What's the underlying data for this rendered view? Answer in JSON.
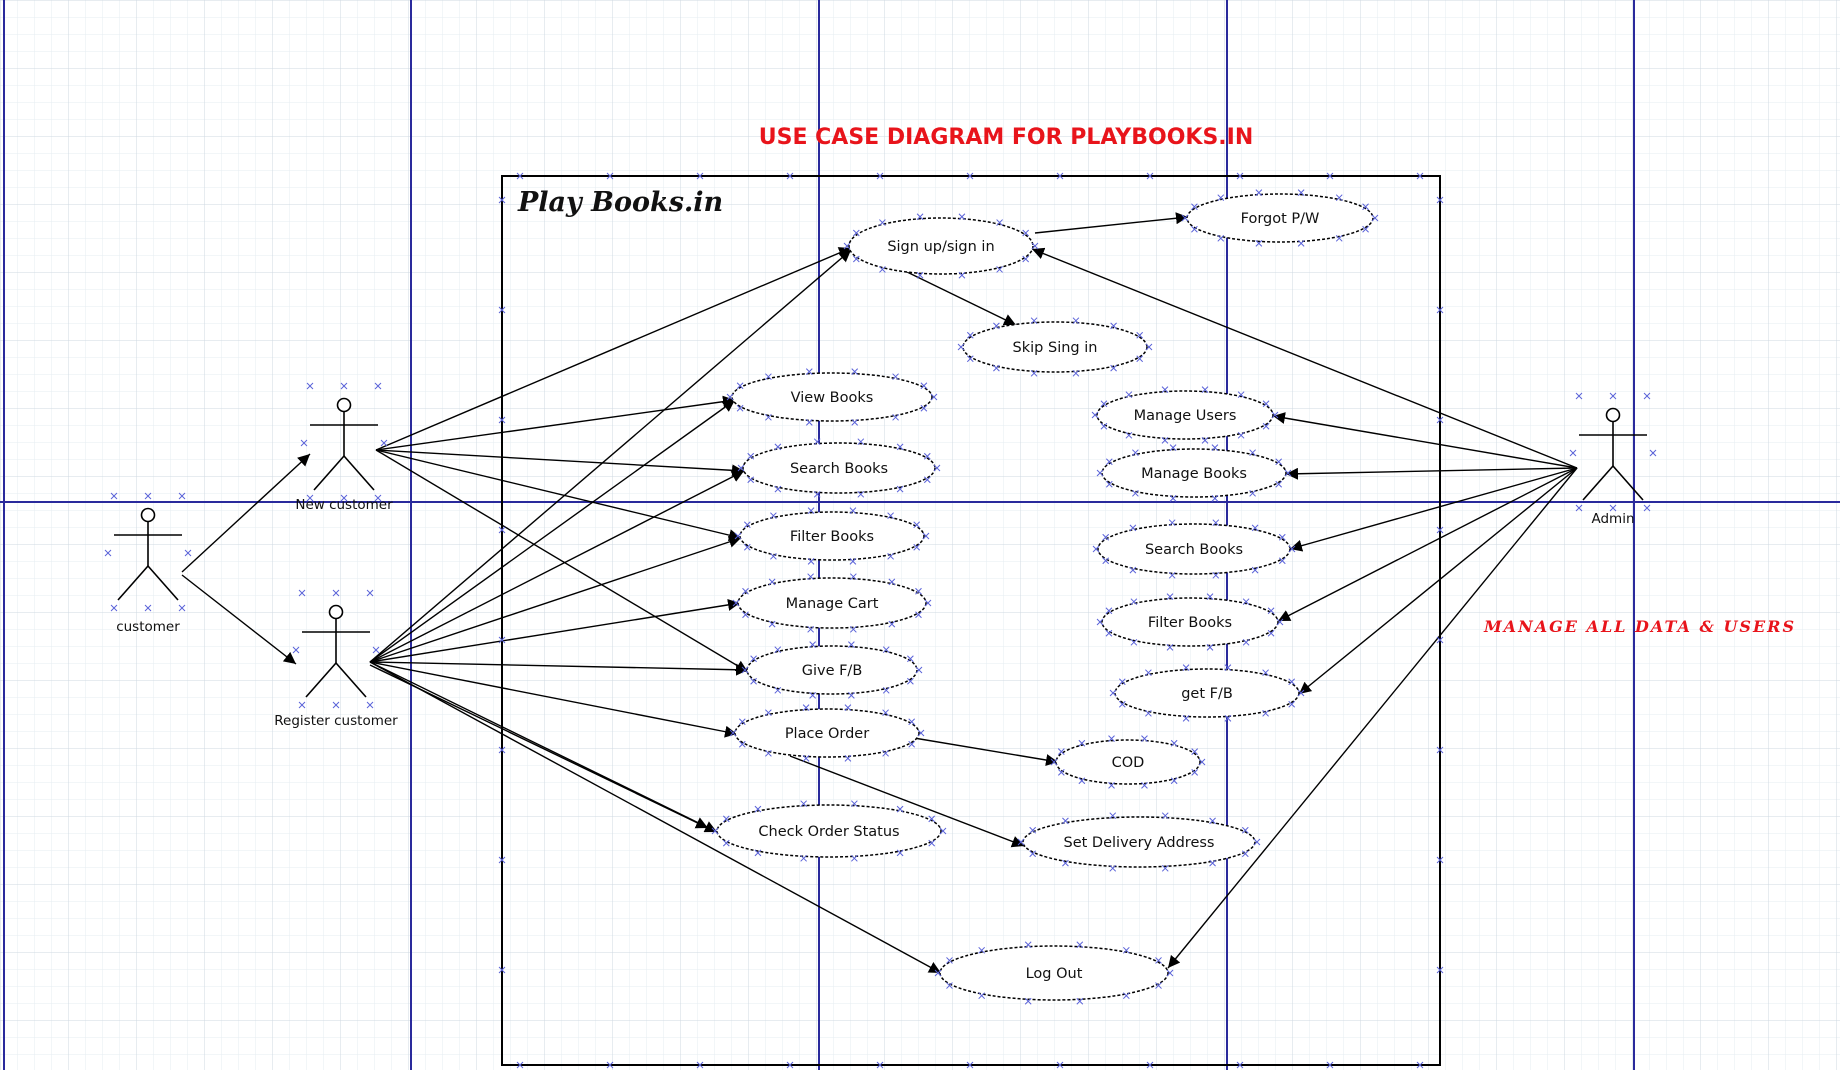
{
  "diagram": {
    "title": "USE CASE DIAGRAM FOR PLAYBOOKS.IN",
    "system_name": "Play Books.in",
    "note": "MANAGE  ALL  DATA  &  USERS",
    "colors": {
      "title": "#e8141b",
      "guide_lines": "#2a2a9c",
      "grid": "#dfe6ee",
      "ink": "#000000",
      "handle_marks": "#5a62d8"
    },
    "actors": [
      {
        "id": "customer",
        "label": "customer"
      },
      {
        "id": "new",
        "label": "New customer"
      },
      {
        "id": "reg",
        "label": "Register customer"
      },
      {
        "id": "admin",
        "label": "Admin"
      }
    ],
    "use_cases": [
      {
        "id": "signin",
        "label": "Sign up/sign in"
      },
      {
        "id": "forgot",
        "label": "Forgot P/W"
      },
      {
        "id": "skip",
        "label": "Skip Sing in"
      },
      {
        "id": "view",
        "label": "View Books"
      },
      {
        "id": "search",
        "label": "Search Books"
      },
      {
        "id": "filter",
        "label": "Filter Books"
      },
      {
        "id": "cart",
        "label": "Manage Cart"
      },
      {
        "id": "fb",
        "label": "Give F/B"
      },
      {
        "id": "order",
        "label": "Place Order"
      },
      {
        "id": "status",
        "label": "Check Order Status"
      },
      {
        "id": "musers",
        "label": "Manage Users"
      },
      {
        "id": "mbooks",
        "label": "Manage Books"
      },
      {
        "id": "asearch",
        "label": "Search Books"
      },
      {
        "id": "afilter",
        "label": "Filter Books"
      },
      {
        "id": "getfb",
        "label": "get F/B"
      },
      {
        "id": "cod",
        "label": "COD"
      },
      {
        "id": "delivery",
        "label": "Set Delivery Address"
      },
      {
        "id": "logout",
        "label": "Log Out"
      }
    ],
    "associations": [
      {
        "from": "customer",
        "to": "new"
      },
      {
        "from": "customer",
        "to": "reg"
      },
      {
        "from": "new",
        "to": "signin"
      },
      {
        "from": "new",
        "to": "view"
      },
      {
        "from": "new",
        "to": "search"
      },
      {
        "from": "new",
        "to": "filter"
      },
      {
        "from": "new",
        "to": "fb"
      },
      {
        "from": "reg",
        "to": "signin"
      },
      {
        "from": "reg",
        "to": "view"
      },
      {
        "from": "reg",
        "to": "search"
      },
      {
        "from": "reg",
        "to": "filter"
      },
      {
        "from": "reg",
        "to": "cart"
      },
      {
        "from": "reg",
        "to": "fb"
      },
      {
        "from": "reg",
        "to": "order"
      },
      {
        "from": "reg",
        "to": "status"
      },
      {
        "from": "reg",
        "to": "logout"
      },
      {
        "from": "signin",
        "to": "forgot"
      },
      {
        "from": "signin",
        "to": "skip"
      },
      {
        "from": "order",
        "to": "cod"
      },
      {
        "from": "order",
        "to": "delivery"
      },
      {
        "from": "admin",
        "to": "signin"
      },
      {
        "from": "admin",
        "to": "musers"
      },
      {
        "from": "admin",
        "to": "mbooks"
      },
      {
        "from": "admin",
        "to": "asearch"
      },
      {
        "from": "admin",
        "to": "afilter"
      },
      {
        "from": "admin",
        "to": "getfb"
      },
      {
        "from": "admin",
        "to": "logout"
      }
    ]
  }
}
